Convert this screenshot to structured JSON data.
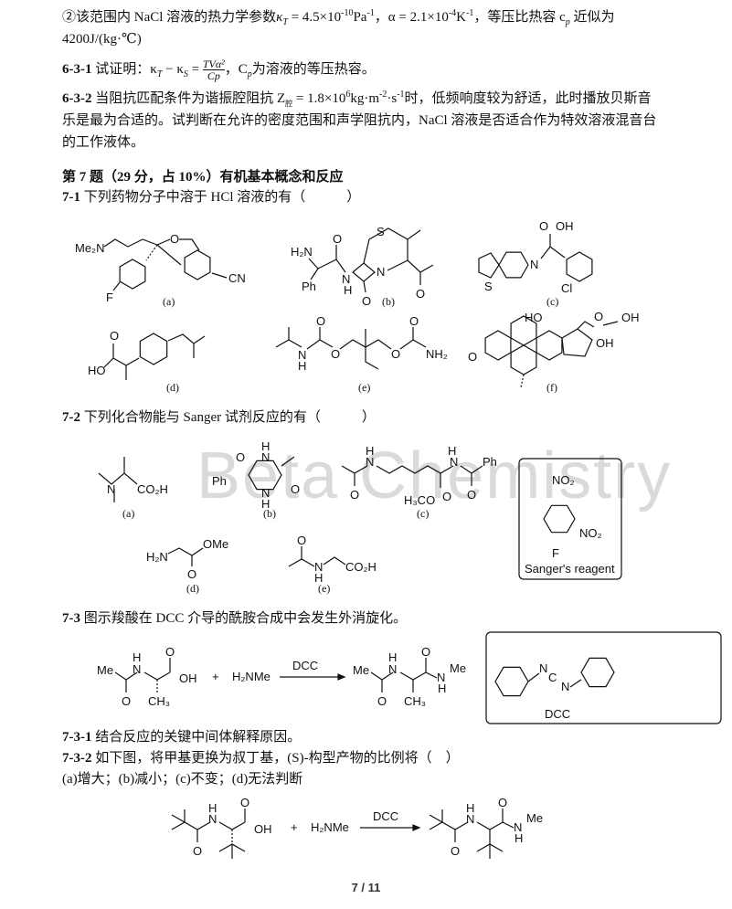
{
  "section6": {
    "param_line1_a": "②该范围内 NaCl 溶液的热力学参数",
    "param_kappa": "κ",
    "param_kappa_sub": "T",
    "param_value1": " = 4.5×10",
    "param_exp1": "-10",
    "param_unit1": "Pa",
    "param_exp1b": "-1",
    "param_alpha": "，α = 2.1×10",
    "param_exp2": "-4",
    "param_unit2": "K",
    "param_exp2b": "-1",
    "param_tail": "，等压比热容 c",
    "param_tail_sub": "p",
    "param_tail2": " 近似为",
    "param_line2": "4200J/(kg·℃)",
    "q631_num": "6-3-1",
    "q631_text_a": " 试证明：κ",
    "q631_sub_t": "T",
    "q631_minus": " − κ",
    "q631_sub_s": "S",
    "q631_eq": " = ",
    "q631_frac_num": "TVα²",
    "q631_frac_den": "Cp",
    "q631_text_b": "，C",
    "q631_sub_p": "p",
    "q631_text_c": "为溶液的等压热容。",
    "q632_num": "6-3-2",
    "q632_text_a": " 当阻抗匹配条件为谐振腔阻抗 Z",
    "q632_sub": "腔",
    "q632_text_b": " = 1.8×10",
    "q632_exp": "6",
    "q632_text_c": "kg·m",
    "q632_exp2": "-2",
    "q632_text_d": "·s",
    "q632_exp3": "-1",
    "q632_text_e": "时，低频响度较为舒适，此时播放贝斯音",
    "q632_line2": "乐是最为合适的。试判断在允许的密度范围和声学阻抗内，NaCl 溶液是否适合作为特效溶液混音台",
    "q632_line3": "的工作液体。"
  },
  "section7": {
    "title": "第 7 题（29 分，占 10%）有机基本概念和反应",
    "q71_num": "7-1",
    "q71_text": " 下列药物分子中溶于 HCl 溶液的有（　　　）",
    "q71_labels": [
      "(a)",
      "(b)",
      "(c)",
      "(d)",
      "(e)",
      "(f)"
    ],
    "q71_atoms": {
      "a": [
        "Me₂N",
        "O",
        "F",
        "CN"
      ],
      "b": [
        "H₂N",
        "Ph",
        "N",
        "H",
        "S",
        "N",
        "O",
        "O",
        "O"
      ],
      "c": [
        "O",
        "OH",
        "N",
        "S",
        "Cl"
      ],
      "d": [
        "O",
        "HO"
      ],
      "e": [
        "O",
        "N",
        "H",
        "O",
        "O",
        "O",
        "NH₂"
      ],
      "f": [
        "HO",
        "O",
        "OH",
        "OH",
        "O"
      ]
    },
    "q72_num": "7-2",
    "q72_text": " 下列化合物能与 Sanger 试剂反应的有（　　　）",
    "q72_labels": [
      "(a)",
      "(b)",
      "(c)",
      "(d)",
      "(e)"
    ],
    "q72_atoms": {
      "a": [
        "N",
        "CO₂H"
      ],
      "b": [
        "H",
        "N",
        "O",
        "Ph",
        "N",
        "H",
        "O"
      ],
      "c": [
        "H",
        "N",
        "O",
        "H",
        "N",
        "Ph",
        "O",
        "H₃CO",
        "O"
      ],
      "d": [
        "H₂N",
        "OMe",
        "O"
      ],
      "e": [
        "O",
        "N",
        "H",
        "CO₂H"
      ]
    },
    "sanger": {
      "no2_top": "NO₂",
      "no2_side": "NO₂",
      "f": "F",
      "caption": "Sanger's reagent"
    },
    "q73_num": "7-3",
    "q73_text": " 图示羧酸在 DCC 介导的酰胺合成中会发生外消旋化。",
    "rxn1": {
      "reactant": [
        "Me",
        "H",
        "N",
        "O",
        "OH",
        "O",
        "CH₃"
      ],
      "plus": "+",
      "amine": "H₂NMe",
      "reagent": "DCC",
      "product": [
        "Me",
        "H",
        "N",
        "O",
        "O",
        "CH₃",
        "N",
        "H",
        "Me"
      ]
    },
    "dcc_box": {
      "n1": "N",
      "c": "C",
      "n2": "N",
      "caption": "DCC"
    },
    "q731_num": "7-3-1",
    "q731_text": " 结合反应的关键中间体解释原因。",
    "q732_num": "7-3-2",
    "q732_text": " 如下图，将甲基更换为叔丁基，(S)-构型产物的比例将（　）",
    "q732_options": "(a)增大；(b)减小；(c)不变；(d)无法判断",
    "rxn2": {
      "reactant": [
        "H",
        "N",
        "O",
        "O",
        "OH"
      ],
      "plus": "+",
      "amine": "H₂NMe",
      "reagent": "DCC",
      "product": [
        "H",
        "N",
        "O",
        "O",
        "N",
        "H",
        "Me"
      ]
    }
  },
  "watermark": "Beta Chemistry",
  "footer": {
    "page": "7 / 11"
  }
}
